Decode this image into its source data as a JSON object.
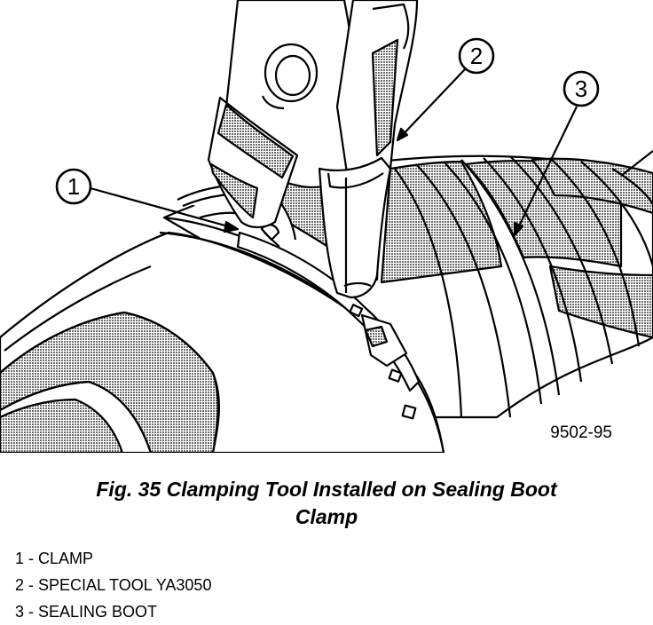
{
  "figure": {
    "caption_line1": "Fig. 35 Clamping Tool Installed on Sealing Boot",
    "caption_line2": "Clamp",
    "figure_id": "9502-95"
  },
  "callouts": [
    "1",
    "2",
    "3"
  ],
  "legend": [
    "1 - CLAMP",
    "2 - SPECIAL TOOL YA3050",
    "3 - SEALING BOOT"
  ],
  "colors": {
    "ink": "#000000",
    "shade": "#8c8c8c",
    "paper": "#ffffff"
  }
}
